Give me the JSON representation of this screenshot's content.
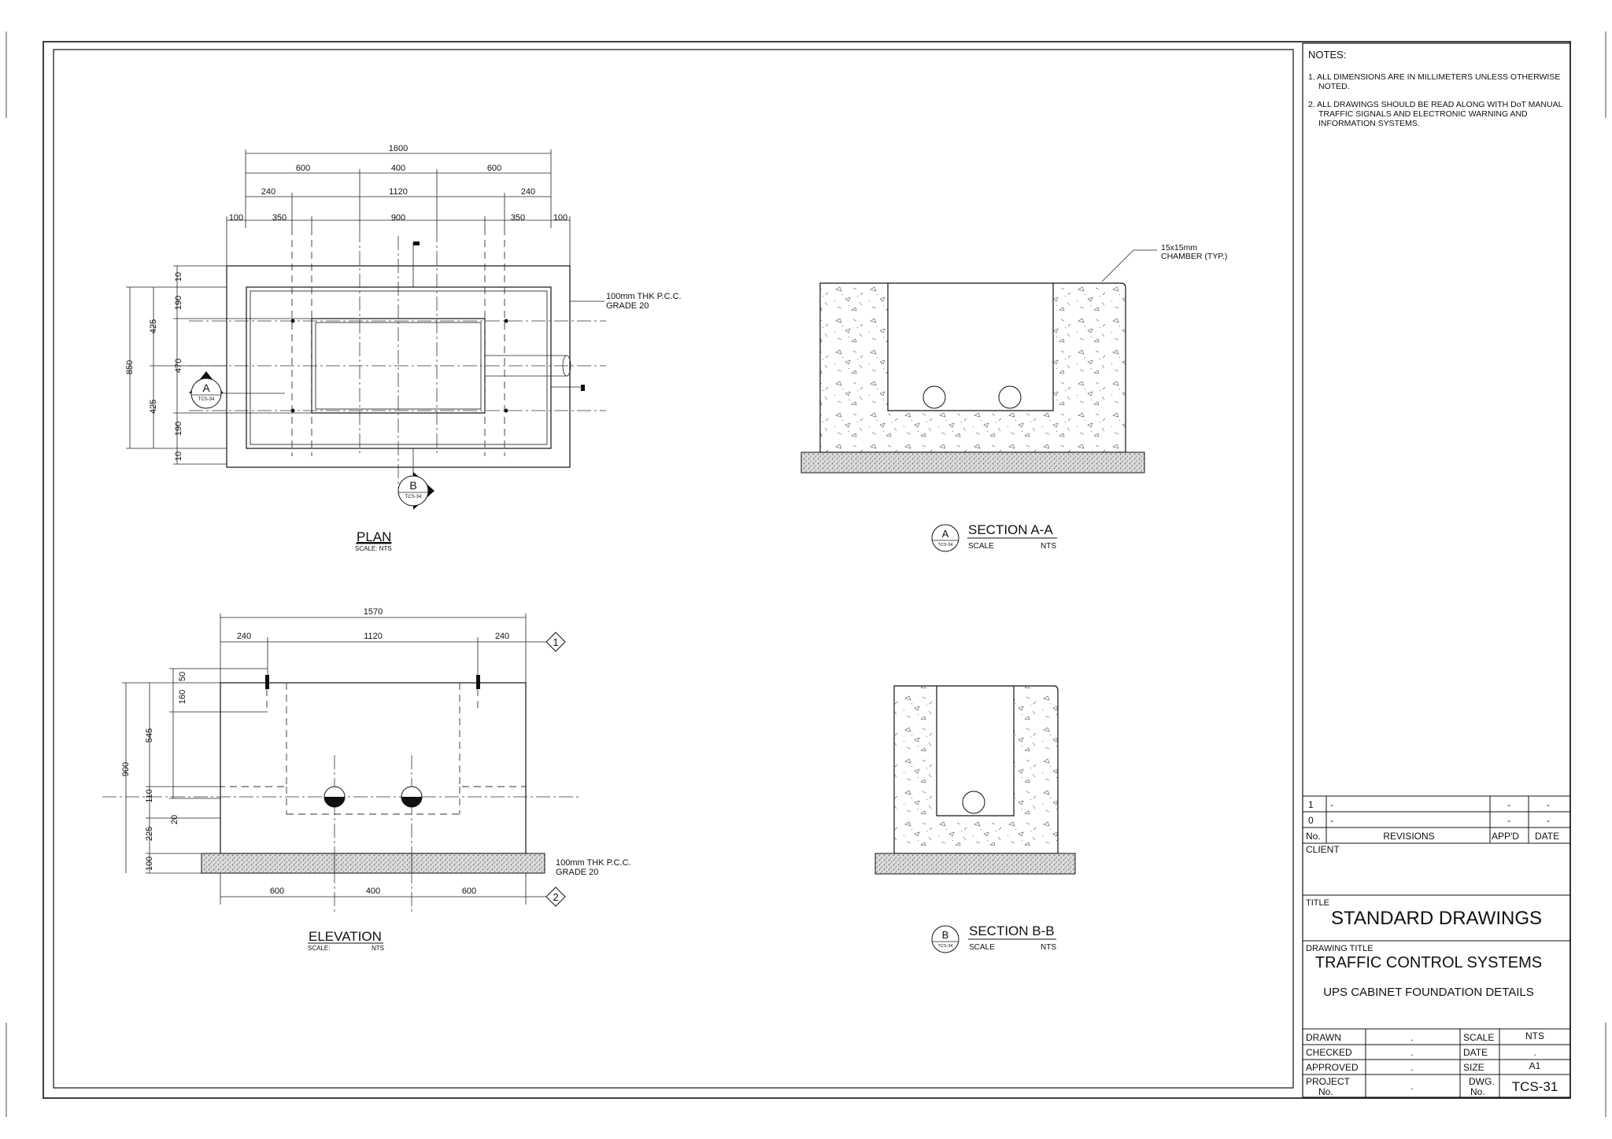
{
  "notes": {
    "heading": "NOTES:",
    "items": [
      "1. ALL DIMENSIONS ARE IN MILLIMETERS UNLESS OTHERWISE",
      "NOTED.",
      "2. ALL DRAWINGS SHOULD BE READ ALONG WITH DoT MANUAL",
      "TRAFFIC SIGNALS AND ELECTRONIC WARNING AND",
      "INFORMATION SYSTEMS."
    ]
  },
  "plan": {
    "title": "PLAN",
    "scale": "SCALE:  NTS",
    "dims_top": [
      "1600",
      "600",
      "400",
      "600",
      "240",
      "1120",
      "240",
      "100",
      "350",
      "900",
      "350",
      "100"
    ],
    "dims_left": [
      "10",
      "190",
      "425",
      "470",
      "850",
      "425",
      "190",
      "10"
    ],
    "pcc_note": [
      "100mm THK P.C.C.",
      "GRADE 20"
    ],
    "marker_a": {
      "letter": "A",
      "ref": "TCS-34"
    },
    "marker_b": {
      "letter": "B",
      "ref": "TCS-34"
    }
  },
  "section_a": {
    "title": "SECTION A-A",
    "scale_label": "SCALE",
    "scale_value": "NTS",
    "marker": {
      "letter": "A",
      "ref": "TCS-34"
    },
    "chamber_note": [
      "15x15mm",
      "CHAMBER (TYP.)"
    ]
  },
  "elevation": {
    "title": "ELEVATION",
    "scale_label": "SCALE:",
    "scale_value": "NTS",
    "dims_top": [
      "1570",
      "240",
      "1120",
      "240"
    ],
    "dims_left": [
      "50",
      "160",
      "545",
      "900",
      "110",
      "20",
      "225",
      "100"
    ],
    "dims_bottom": [
      "600",
      "400",
      "600"
    ],
    "grid_1": "1",
    "grid_2": "2",
    "pcc_note": [
      "100mm THK P.C.C.",
      "GRADE 20"
    ]
  },
  "section_b": {
    "title": "SECTION B-B",
    "scale_label": "SCALE",
    "scale_value": "NTS",
    "marker": {
      "letter": "B",
      "ref": "TCS-34"
    }
  },
  "revisions": {
    "rows": [
      {
        "no": "1",
        "desc": "-",
        "appd": "-",
        "date": "-"
      },
      {
        "no": "0",
        "desc": "-",
        "appd": "-",
        "date": "-"
      }
    ],
    "header": {
      "no": "No.",
      "desc": "REVISIONS",
      "appd": "APP'D",
      "date": "DATE"
    }
  },
  "title_block": {
    "client_label": "CLIENT",
    "title_label": "TITLE",
    "title": "STANDARD DRAWINGS",
    "drawing_title_label": "DRAWING TITLE",
    "drawing_title": "TRAFFIC CONTROL SYSTEMS",
    "drawing_subtitle": "UPS CABINET FOUNDATION DETAILS",
    "drawn_label": "DRAWN",
    "drawn_value": ".",
    "checked_label": "CHECKED",
    "checked_value": ".",
    "approved_label": "APPROVED",
    "approved_value": ".",
    "project_label_1": "PROJECT",
    "project_label_2": "No.",
    "project_value": ".",
    "scale_label": "SCALE",
    "scale_value": "NTS",
    "date_label": "DATE",
    "date_value": ".",
    "size_label": "SIZE",
    "size_value": "A1",
    "dwg_label_1": "DWG.",
    "dwg_label_2": "No.",
    "dwg_value": "TCS-31"
  }
}
